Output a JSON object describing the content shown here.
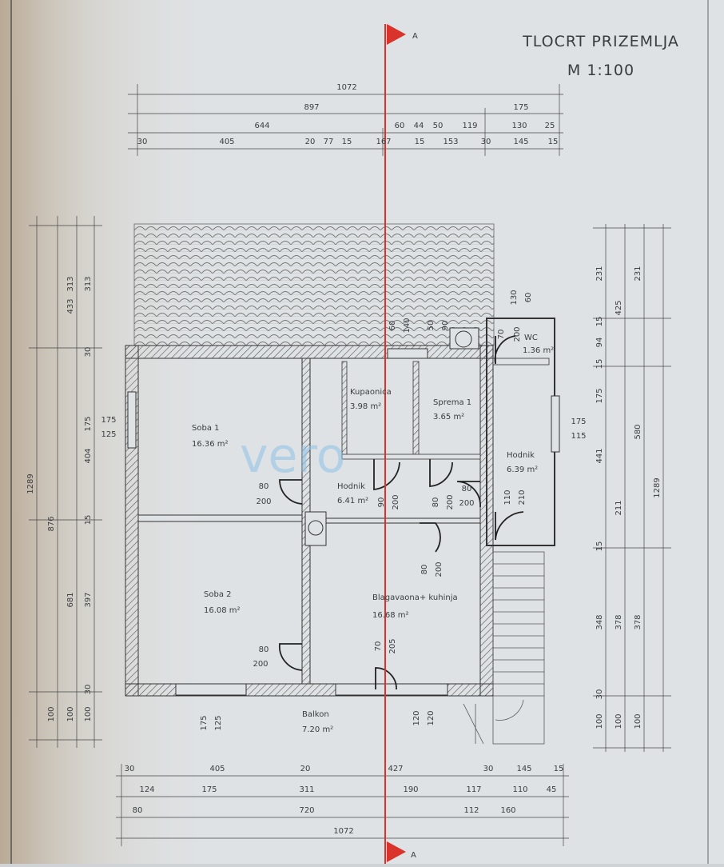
{
  "title": {
    "line1": "TLOCRT PRIZEMLJA",
    "line2": "M 1:100"
  },
  "section_marker": "A",
  "watermark": "vero",
  "rooms": [
    {
      "id": "soba1",
      "name": "Soba 1",
      "area": "16.36 m²"
    },
    {
      "id": "soba2",
      "name": "Soba 2",
      "area": "16.08 m²"
    },
    {
      "id": "kupaonica",
      "name": "Kupaonica",
      "area": "3.98 m²"
    },
    {
      "id": "sprema",
      "name": "Sprema 1",
      "area": "3.65 m²"
    },
    {
      "id": "hodnik-center",
      "name": "Hodnik",
      "area": "6.41 m²"
    },
    {
      "id": "hodnik-east",
      "name": "Hodnik",
      "area": "6.39 m²"
    },
    {
      "id": "wc",
      "name": "WC",
      "area": "1.36 m²"
    },
    {
      "id": "blagavaona",
      "name": "Blagavaona+ kuhinja",
      "area": "16.68 m²"
    },
    {
      "id": "balkon",
      "name": "Balkon",
      "area": "7.20 m²"
    }
  ],
  "dims_top": {
    "row1": [
      "1072"
    ],
    "row2": [
      "897",
      "175"
    ],
    "row3": [
      "644",
      "60",
      "44",
      "50",
      "119",
      "130",
      "25"
    ],
    "row4": [
      "30",
      "405",
      "20",
      "77",
      "15",
      "167",
      "15",
      "153",
      "30",
      "145",
      "15"
    ]
  },
  "dims_bottom": {
    "row1": [
      "30",
      "405",
      "20",
      "427",
      "30",
      "145",
      "15"
    ],
    "row2": [
      "124",
      "175",
      "311",
      "190",
      "117",
      "110",
      "45"
    ],
    "row3": [
      "80",
      "720",
      "112",
      "160"
    ],
    "row4": [
      "1072"
    ]
  },
  "dims_left": {
    "outer": [
      "1289"
    ],
    "mid1": [
      "876",
      "100"
    ],
    "mid2": [
      "313",
      "433",
      "681",
      "100"
    ],
    "inner": [
      "313",
      "30",
      "175",
      "404",
      "15",
      "397",
      "30",
      "100"
    ]
  },
  "dims_right": {
    "inner": [
      "231",
      "15",
      "94",
      "15",
      "175",
      "441",
      "15",
      "348",
      "30",
      "100"
    ],
    "mid": [
      "425",
      "211",
      "378",
      "100"
    ],
    "mid2": [
      "231",
      "580",
      "378",
      "100"
    ],
    "outer": [
      "1289"
    ]
  },
  "openings": {
    "window_west_upper": [
      "175",
      "125"
    ],
    "window_east_upper": [
      "175",
      "115"
    ],
    "door_soba1": [
      "80",
      "200"
    ],
    "door_soba2": [
      "80",
      "200"
    ],
    "door_kupaonica": [
      "90",
      "200"
    ],
    "door_sprema": [
      "80",
      "200"
    ],
    "door_hodnik_east": [
      "80",
      "200"
    ],
    "door_entrance": [
      "110",
      "210"
    ],
    "door_kitchen": [
      "80",
      "200"
    ],
    "door_kitchen_south": [
      "70",
      "205"
    ],
    "window_soba2_south": [
      "175",
      "125"
    ],
    "window_kitchen_south": [
      "120",
      "120"
    ],
    "wc_window": [
      "70",
      "200"
    ],
    "top_130_60": [
      "130",
      "60"
    ],
    "top_60_140": [
      "60",
      "140"
    ],
    "top_50_90": [
      "50",
      "90"
    ]
  }
}
